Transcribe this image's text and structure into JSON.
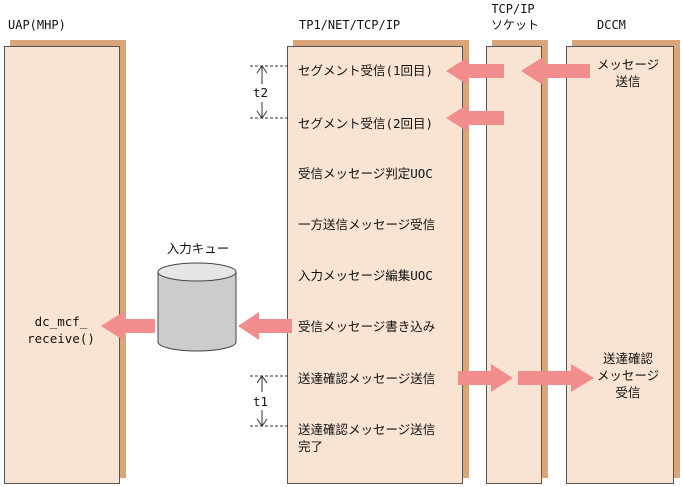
{
  "columns": {
    "uap": "UAP(MHP)",
    "tp1": "TP1/NET/TCP/IP",
    "tcp_line1": "TCP/IP",
    "tcp_line2": "ソケット",
    "dccm": "DCCM"
  },
  "steps": [
    "セグメント受信(1回目)",
    "セグメント受信(2回目)",
    "受信メッセージ判定UOC",
    "一方送信メッセージ受信",
    "入力メッセージ編集UOC",
    "受信メッセージ書き込み",
    "送達確認メッセージ送信",
    "送達確認メッセージ送信",
    "完了"
  ],
  "dccm_labels": {
    "send_line1": "メッセージ",
    "send_line2": "送信",
    "confirm_line1": "送達確認",
    "confirm_line2": "メッセージ",
    "confirm_line3": "受信"
  },
  "queue_label": "入力キュー",
  "uap_call_line1": "dc_mcf_",
  "uap_call_line2": "receive()",
  "timing": {
    "t2": "t2",
    "t1": "t1"
  },
  "colors": {
    "column_fill": "#f9e4d4",
    "column_shadow": "#d9a57a",
    "arrow": "#f28d8d",
    "cylinder": "#cccccc"
  }
}
